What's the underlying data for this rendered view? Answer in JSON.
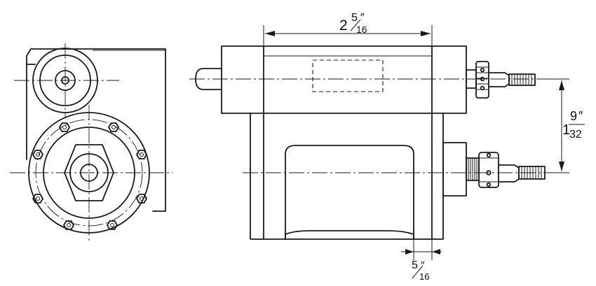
{
  "dimensions": {
    "overall_width": {
      "whole": "2",
      "numerator": "5",
      "denominator": "16",
      "unit": "″"
    },
    "axis_spacing": {
      "whole": "1",
      "numerator": "9",
      "denominator": "32",
      "unit": "″"
    },
    "foot_width": {
      "whole": "",
      "numerator": "5",
      "denominator": "16",
      "unit": "″"
    }
  },
  "colors": {
    "line": "#1a1a1a",
    "background": "#ffffff"
  }
}
